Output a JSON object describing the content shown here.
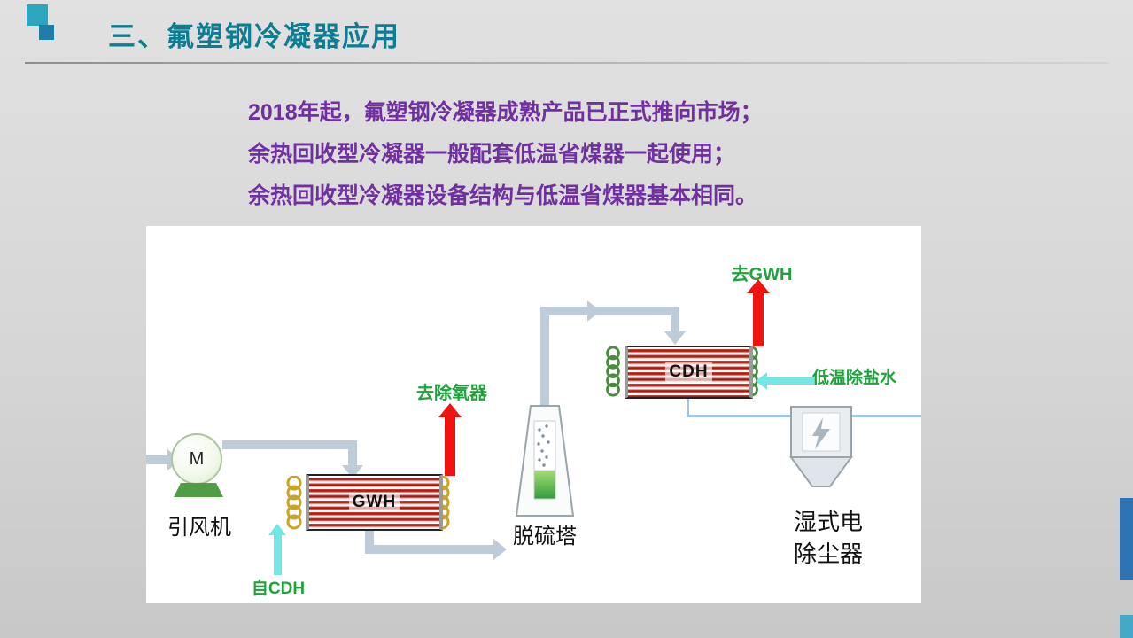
{
  "slide": {
    "title": "三、氟塑钢冷凝器应用",
    "bullets": [
      "2018年起，氟塑钢冷凝器成熟产品已正式推向市场；",
      "余热回收型冷凝器一般配套低温省煤器一起使用；",
      "余热回收型冷凝器设备结构与低温省煤器基本相同。"
    ]
  },
  "diagram": {
    "fan": {
      "symbol": "M",
      "caption": "引风机"
    },
    "gwh": {
      "label": "GWH"
    },
    "cdh": {
      "label": "CDH"
    },
    "tower": {
      "caption": "脱硫塔"
    },
    "wesp": {
      "caption_line1": "湿式电",
      "caption_line2": "除尘器"
    },
    "labels": {
      "to_deaerator": "去除氧器",
      "from_cdh": "自CDH",
      "to_gwh": "去GWH",
      "cold_demin_water": "低温除盐水"
    }
  },
  "colors": {
    "title_teal": "#0c7d92",
    "body_purple": "#7030a0",
    "label_green": "#1ea33c",
    "arrow_red": "#ee1411",
    "arrow_cyan": "#74e6e6",
    "pipe_gray": "#bdccd8",
    "water_line_blue": "#9fc5e8",
    "edge_bar_dark_blue": "#2e74b5",
    "edge_bar_light_blue": "#45a7c7"
  }
}
